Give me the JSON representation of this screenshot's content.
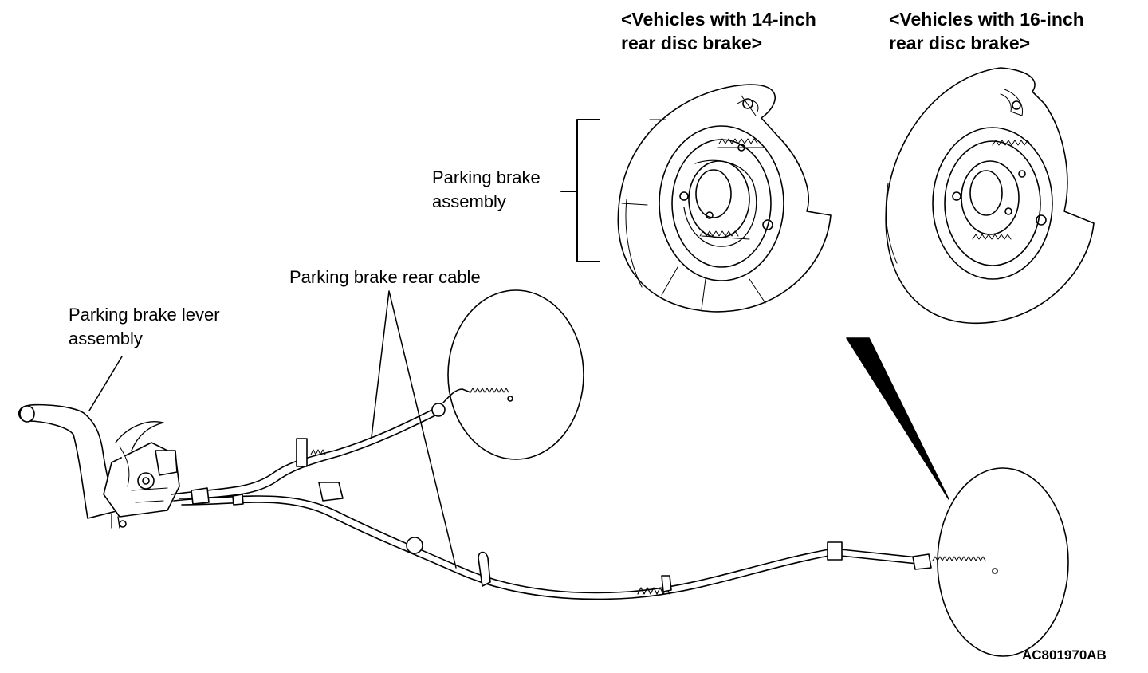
{
  "labels": {
    "variant_14": [
      "<Vehicles with 14-inch",
      "rear disc brake>"
    ],
    "variant_16": [
      "<Vehicles with 16-inch",
      "rear disc brake>"
    ],
    "brake_assembly": [
      "Parking brake",
      "assembly"
    ],
    "rear_cable": "Parking brake rear cable",
    "lever_assembly": [
      "Parking brake lever",
      "assembly"
    ]
  },
  "figure_id": "AC801970AB",
  "icons": [
    "parking-brake-lever-icon",
    "brake-backing-plate-icon",
    "cable-icon",
    "spring-end-icon"
  ],
  "colors": {
    "line": "#000000",
    "background": "#ffffff",
    "detail_fill": "#e6e6e6"
  }
}
